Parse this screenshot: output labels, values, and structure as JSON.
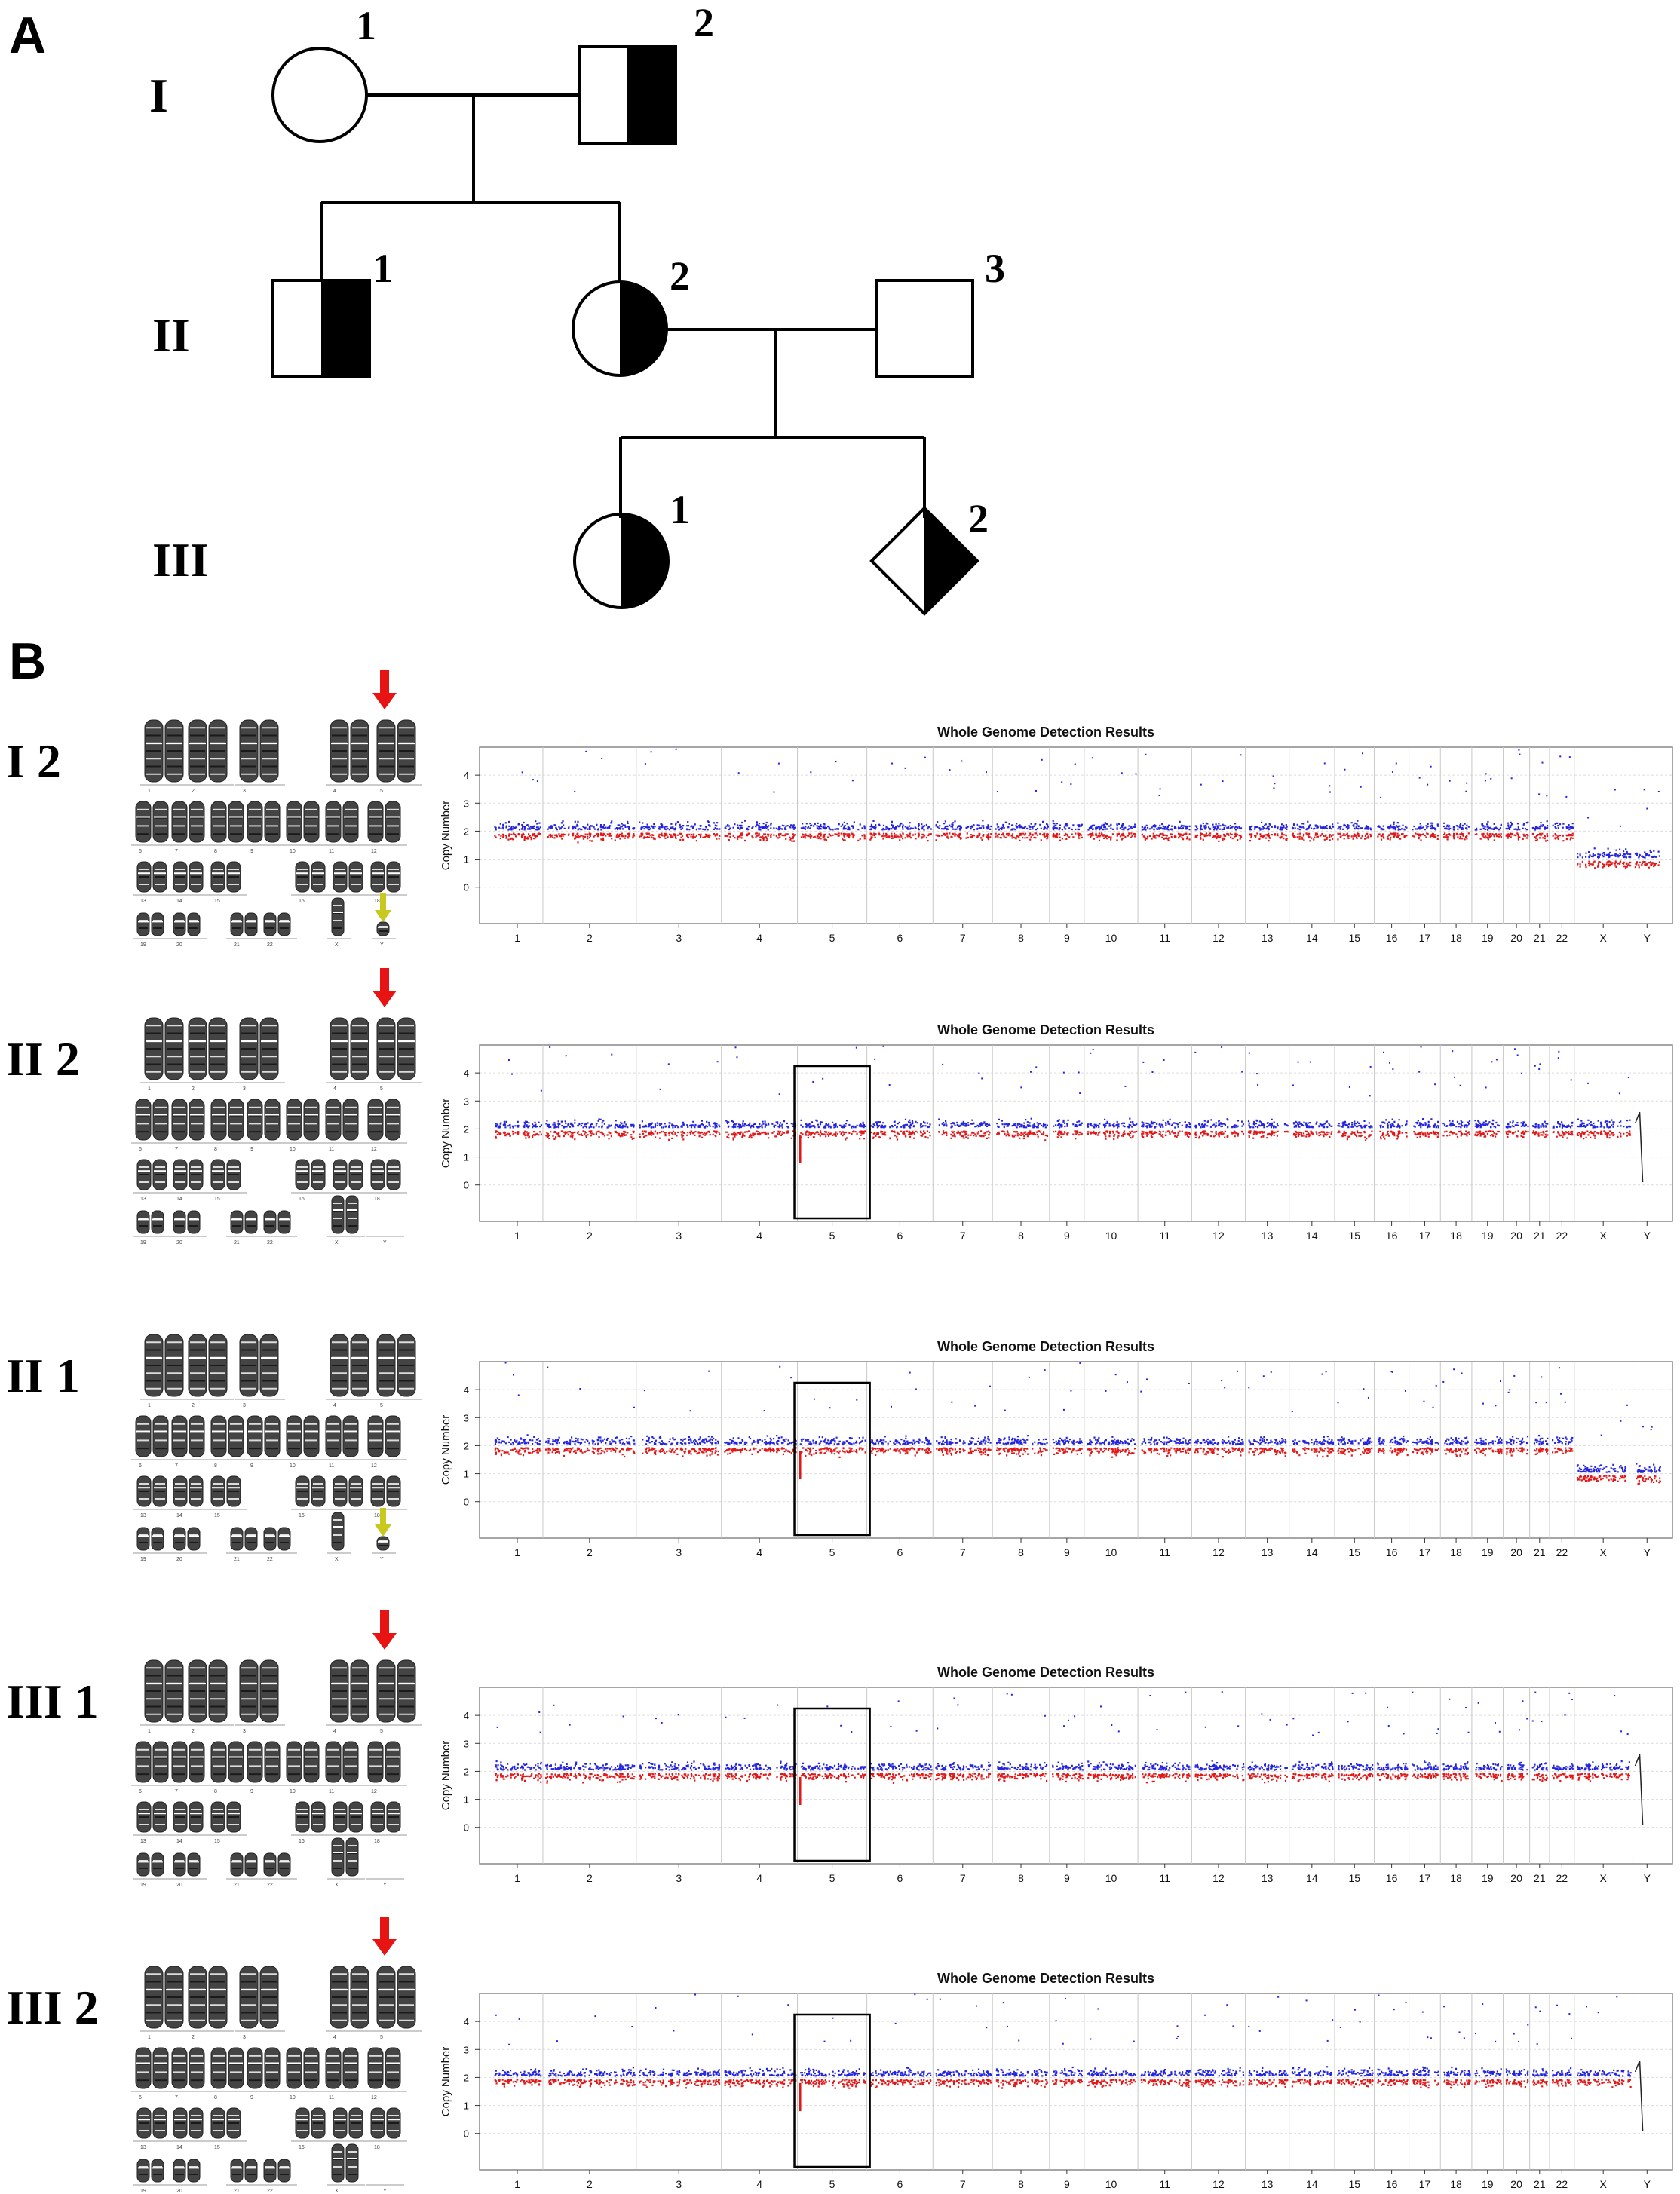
{
  "panels": {
    "a": "A",
    "b": "B"
  },
  "pedigree": {
    "generations": [
      "I",
      "II",
      "III"
    ],
    "individuals": [
      {
        "id": "I-1",
        "num": "1",
        "sex": "female",
        "status": "unaffected"
      },
      {
        "id": "I-2",
        "num": "2",
        "sex": "male",
        "status": "carrier"
      },
      {
        "id": "II-1",
        "num": "1",
        "sex": "male",
        "status": "carrier"
      },
      {
        "id": "II-2",
        "num": "2",
        "sex": "female",
        "status": "carrier"
      },
      {
        "id": "II-3",
        "num": "3",
        "sex": "male",
        "status": "unaffected"
      },
      {
        "id": "III-1",
        "num": "1",
        "sex": "female",
        "status": "carrier"
      },
      {
        "id": "III-2",
        "num": "2",
        "sex": "unknown",
        "status": "carrier"
      }
    ]
  },
  "rows": [
    {
      "label": "I 2",
      "title": "Whole Genome Detection Results",
      "sex": "male",
      "box": false,
      "y_arrow": true,
      "red_arrow": true,
      "y_present": true
    },
    {
      "label": "II 2",
      "title": "Whole Genome Detection Results",
      "sex": "female",
      "box": true,
      "y_arrow": false,
      "red_arrow": true,
      "y_present": false
    },
    {
      "label": "II 1",
      "title": "Whole Genome Detection Results",
      "sex": "male",
      "box": true,
      "y_arrow": true,
      "red_arrow": false,
      "y_present": true
    },
    {
      "label": "III 1",
      "title": "Whole Genome Detection Results",
      "sex": "female",
      "box": true,
      "y_arrow": false,
      "red_arrow": true,
      "y_present": false
    },
    {
      "label": "III 2",
      "title": "Whole Genome Detection Results",
      "sex": "female",
      "box": true,
      "y_arrow": false,
      "red_arrow": true,
      "y_present": false
    }
  ],
  "karyotype_numbers": [
    "1",
    "2",
    "3",
    "4",
    "5",
    "6",
    "7",
    "8",
    "9",
    "10",
    "11",
    "12",
    "13",
    "14",
    "15",
    "16",
    "17",
    "18",
    "19",
    "20",
    "21",
    "22",
    "X",
    "Y"
  ],
  "colors": {
    "blue": "#2424e0",
    "red": "#e01818",
    "arrow_red": "#e81414",
    "arrow_yellow": "#c8c81e"
  },
  "chart_data": [
    {
      "type": "scatter",
      "title": "Whole Genome Detection Results",
      "ylabel": "Copy Number",
      "xlabel": "",
      "yticks": [
        0,
        1,
        2,
        3,
        4
      ],
      "ylim": [
        -1.3,
        5
      ],
      "categories": [
        "1",
        "2",
        "3",
        "4",
        "5",
        "6",
        "7",
        "8",
        "9",
        "10",
        "11",
        "12",
        "13",
        "14",
        "15",
        "16",
        "17",
        "18",
        "19",
        "20",
        "21",
        "22",
        "X",
        "Y"
      ],
      "series": [
        {
          "name": "",
          "values": [
            2,
            2,
            2,
            2,
            2,
            2,
            2,
            2,
            2,
            2,
            2,
            2,
            2,
            2,
            2,
            2,
            2,
            2,
            2,
            2,
            2,
            2,
            1,
            1
          ]
        }
      ]
    },
    {
      "type": "scatter",
      "title": "Whole Genome Detection Results",
      "ylabel": "Copy Number",
      "xlabel": "",
      "yticks": [
        0,
        1,
        2,
        3,
        4
      ],
      "ylim": [
        -1.3,
        5
      ],
      "categories": [
        "1",
        "2",
        "3",
        "4",
        "5",
        "6",
        "7",
        "8",
        "9",
        "10",
        "11",
        "12",
        "13",
        "14",
        "15",
        "16",
        "17",
        "18",
        "19",
        "20",
        "21",
        "22",
        "X",
        "Y"
      ],
      "series": [
        {
          "name": "",
          "values": [
            2,
            2,
            2,
            2,
            2,
            2,
            2,
            2,
            2,
            2,
            2,
            2,
            2,
            2,
            2,
            2,
            2,
            2,
            2,
            2,
            2,
            2,
            2,
            0
          ]
        }
      ]
    },
    {
      "type": "scatter",
      "title": "Whole Genome Detection Results",
      "ylabel": "Copy Number",
      "xlabel": "",
      "yticks": [
        0,
        1,
        2,
        3,
        4
      ],
      "ylim": [
        -1.3,
        5
      ],
      "categories": [
        "1",
        "2",
        "3",
        "4",
        "5",
        "6",
        "7",
        "8",
        "9",
        "10",
        "11",
        "12",
        "13",
        "14",
        "15",
        "16",
        "17",
        "18",
        "19",
        "20",
        "21",
        "22",
        "X",
        "Y"
      ],
      "series": [
        {
          "name": "",
          "values": [
            2,
            2,
            2,
            2,
            2,
            2,
            2,
            2,
            2,
            2,
            2,
            2,
            2,
            2,
            2,
            2,
            2,
            2,
            2,
            2,
            2,
            2,
            1,
            1
          ]
        }
      ]
    },
    {
      "type": "scatter",
      "title": "Whole Genome Detection Results",
      "ylabel": "Copy Number",
      "xlabel": "",
      "yticks": [
        0,
        1,
        2,
        3,
        4
      ],
      "ylim": [
        -1.3,
        5
      ],
      "categories": [
        "1",
        "2",
        "3",
        "4",
        "5",
        "6",
        "7",
        "8",
        "9",
        "10",
        "11",
        "12",
        "13",
        "14",
        "15",
        "16",
        "17",
        "18",
        "19",
        "20",
        "21",
        "22",
        "X",
        "Y"
      ],
      "series": [
        {
          "name": "",
          "values": [
            2,
            2,
            2,
            2,
            2,
            2,
            2,
            2,
            2,
            2,
            2,
            2,
            2,
            2,
            2,
            2,
            2,
            2,
            2,
            2,
            2,
            2,
            2,
            0
          ]
        }
      ]
    },
    {
      "type": "scatter",
      "title": "Whole Genome Detection Results",
      "ylabel": "Copy Number",
      "xlabel": "",
      "yticks": [
        0,
        1,
        2,
        3,
        4
      ],
      "ylim": [
        -1.3,
        5
      ],
      "categories": [
        "1",
        "2",
        "3",
        "4",
        "5",
        "6",
        "7",
        "8",
        "9",
        "10",
        "11",
        "12",
        "13",
        "14",
        "15",
        "16",
        "17",
        "18",
        "19",
        "20",
        "21",
        "22",
        "X",
        "Y"
      ],
      "series": [
        {
          "name": "",
          "values": [
            2,
            2,
            2,
            2,
            2,
            2,
            2,
            2,
            2,
            2,
            2,
            2,
            2,
            2,
            2,
            2,
            2,
            2,
            2,
            2,
            2,
            2,
            2,
            0
          ]
        }
      ]
    }
  ]
}
